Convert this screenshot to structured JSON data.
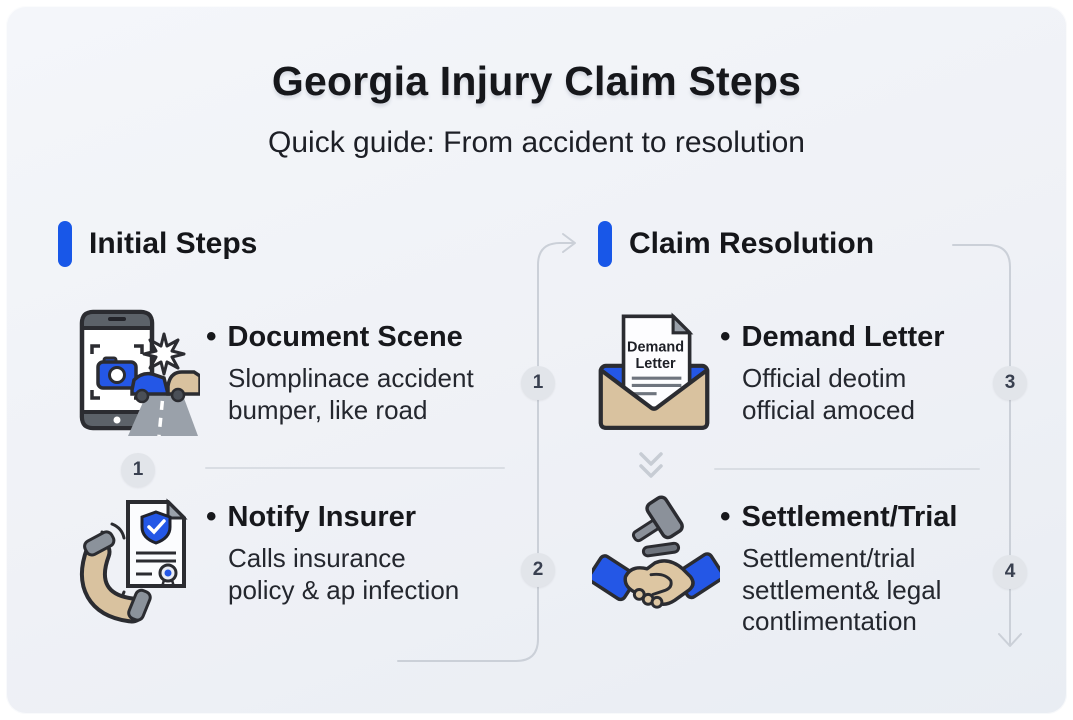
{
  "bullet": "•",
  "header": {
    "title": "Georgia Injury Claim Steps",
    "subtitle": "Quick guide: From accident to resolution"
  },
  "sections": [
    {
      "title": "Initial Steps",
      "divider_badge": "1",
      "steps": [
        {
          "number": "1",
          "title": "Document Scene",
          "icon": "phone-accident-icon",
          "description_lines": [
            "Slomplinace accident",
            "bumper, like road"
          ]
        },
        {
          "number": "2",
          "title": "Notify Insurer",
          "icon": "phone-document-icon",
          "description_lines": [
            "Calls insurance",
            "policy & ap infection"
          ]
        }
      ]
    },
    {
      "title": "Claim Resolution",
      "steps": [
        {
          "number": "3",
          "title": "Demand Letter",
          "icon": "demand-letter-envelope-icon",
          "description_lines": [
            "Official deotim",
            "official amoced"
          ]
        },
        {
          "number": "4",
          "title": "Settlement/Trial",
          "icon": "handshake-gavel-icon",
          "description_lines": [
            "Settlement/trial",
            "settlement& legal",
            "contlimentation"
          ]
        }
      ]
    }
  ],
  "icon_text": {
    "envelope_line1": "Demand",
    "envelope_line2": "Letter"
  },
  "colors": {
    "accent_blue": "#1857e8",
    "card_background": "#f0f2f6",
    "text_dark": "#17181c",
    "badge_background": "#e2e5ea",
    "badge_text": "#394050",
    "connector_gray": "#cbd0d8",
    "tan": "#d9c29f"
  }
}
